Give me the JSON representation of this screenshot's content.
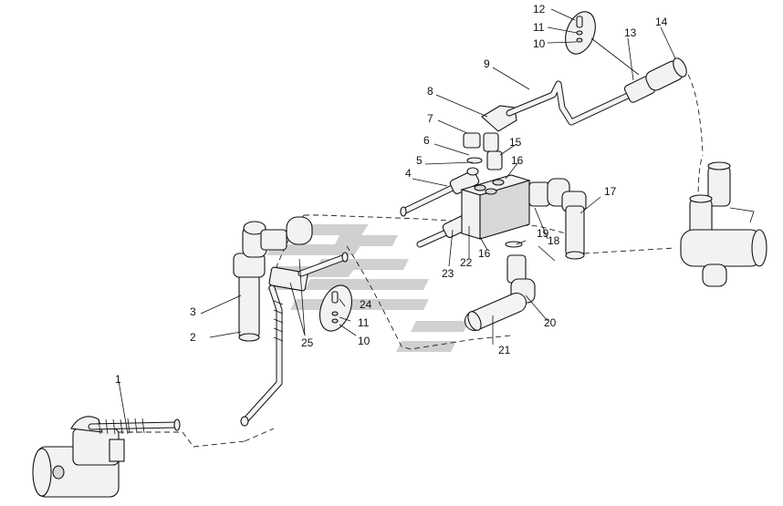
{
  "callouts": [
    {
      "id": "c1",
      "text": "1"
    },
    {
      "id": "c2",
      "text": "2"
    },
    {
      "id": "c3",
      "text": "3"
    },
    {
      "id": "c4",
      "text": "4"
    },
    {
      "id": "c5",
      "text": "5"
    },
    {
      "id": "c6",
      "text": "6"
    },
    {
      "id": "c7",
      "text": "7"
    },
    {
      "id": "c8",
      "text": "8"
    },
    {
      "id": "c9",
      "text": "9"
    },
    {
      "id": "c10a",
      "text": "10"
    },
    {
      "id": "c10b",
      "text": "10"
    },
    {
      "id": "c11a",
      "text": "11"
    },
    {
      "id": "c11b",
      "text": "11"
    },
    {
      "id": "c12",
      "text": "12"
    },
    {
      "id": "c13",
      "text": "13"
    },
    {
      "id": "c14",
      "text": "14"
    },
    {
      "id": "c15",
      "text": "15"
    },
    {
      "id": "c16a",
      "text": "16"
    },
    {
      "id": "c16b",
      "text": "16"
    },
    {
      "id": "c17",
      "text": "17"
    },
    {
      "id": "c18",
      "text": "18"
    },
    {
      "id": "c19",
      "text": "19"
    },
    {
      "id": "c20",
      "text": "20"
    },
    {
      "id": "c21",
      "text": "21"
    },
    {
      "id": "c22",
      "text": "22"
    },
    {
      "id": "c23",
      "text": "23"
    },
    {
      "id": "c24",
      "text": "24"
    },
    {
      "id": "c25",
      "text": "25"
    }
  ],
  "colors": {
    "line": "#111111",
    "watermark": "#c8c8c8",
    "background": "#ffffff"
  }
}
